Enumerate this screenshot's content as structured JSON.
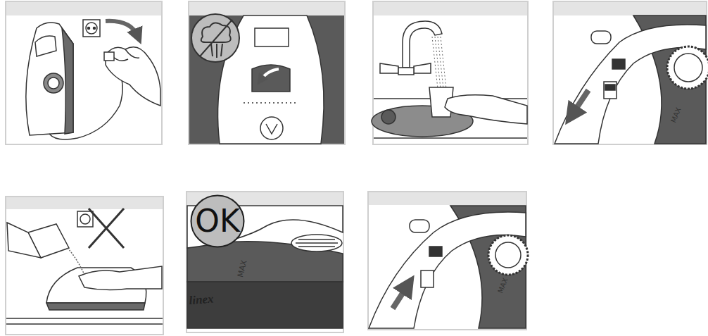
{
  "diagram": {
    "nodes": [
      {
        "text": [
          "OK"
        ]
      }
    ],
    "labels": [
      "MAX",
      "MAX",
      "MAX",
      "linex"
    ]
  }
}
